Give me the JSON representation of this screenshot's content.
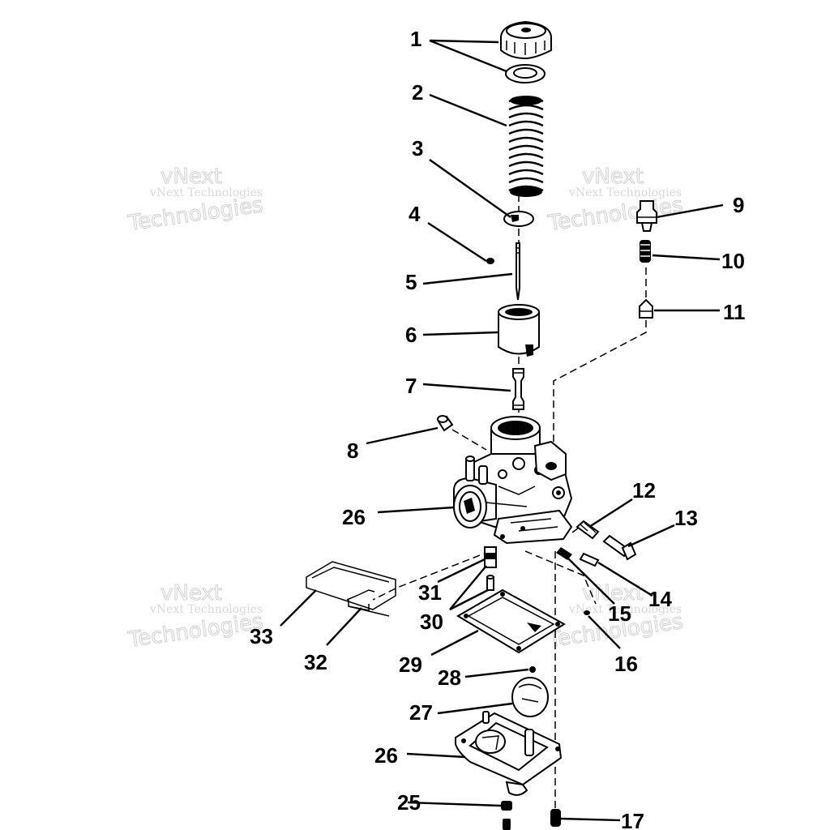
{
  "diagram": {
    "callouts": [
      {
        "id": "c1",
        "label": "1"
      },
      {
        "id": "c2",
        "label": "2"
      },
      {
        "id": "c3",
        "label": "3"
      },
      {
        "id": "c4",
        "label": "4"
      },
      {
        "id": "c5",
        "label": "5"
      },
      {
        "id": "c6",
        "label": "6"
      },
      {
        "id": "c7",
        "label": "7"
      },
      {
        "id": "c8",
        "label": "8"
      },
      {
        "id": "c9",
        "label": "9"
      },
      {
        "id": "c10",
        "label": "10"
      },
      {
        "id": "c11",
        "label": "11"
      },
      {
        "id": "c12",
        "label": "12"
      },
      {
        "id": "c13",
        "label": "13"
      },
      {
        "id": "c14",
        "label": "14"
      },
      {
        "id": "c15",
        "label": "15"
      },
      {
        "id": "c16",
        "label": "16"
      },
      {
        "id": "c17",
        "label": "17"
      },
      {
        "id": "c25",
        "label": "25"
      },
      {
        "id": "c26a",
        "label": "26"
      },
      {
        "id": "c26b",
        "label": "26"
      },
      {
        "id": "c27",
        "label": "27"
      },
      {
        "id": "c28",
        "label": "28"
      },
      {
        "id": "c29",
        "label": "29"
      },
      {
        "id": "c30",
        "label": "30"
      },
      {
        "id": "c31",
        "label": "31"
      },
      {
        "id": "c32",
        "label": "32"
      },
      {
        "id": "c33",
        "label": "33"
      }
    ],
    "watermark": {
      "brand_short": "vNext",
      "line": "vNext Technologies",
      "big": "Technologies"
    },
    "colors": {
      "ink": "#000000",
      "paper": "#ffffff",
      "watermark": "#cfcfcf"
    }
  }
}
